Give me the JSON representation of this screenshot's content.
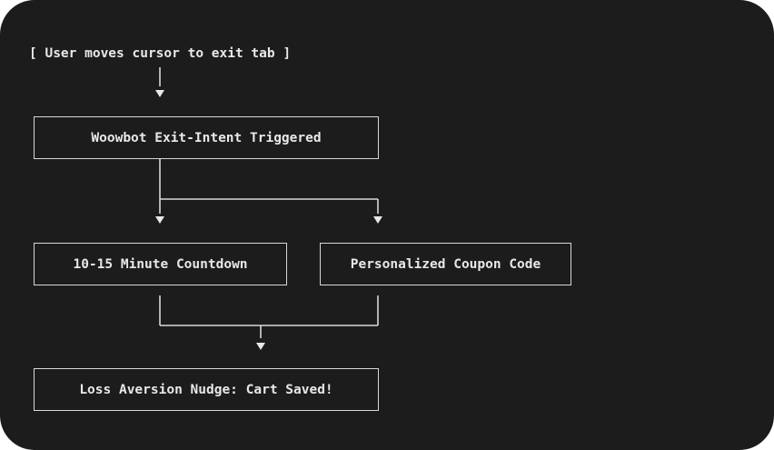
{
  "diagram": {
    "trigger_label": "[ User moves cursor to exit tab ]",
    "nodes": {
      "exit_intent": "Woowbot Exit-Intent Triggered",
      "countdown": "10-15 Minute Countdown",
      "coupon": "Personalized Coupon Code",
      "loss_aversion": "Loss Aversion Nudge: Cart Saved!"
    }
  },
  "colors": {
    "background": "#1c1c1c",
    "foreground": "#e8e8e8",
    "line": "#d8d8d8"
  }
}
